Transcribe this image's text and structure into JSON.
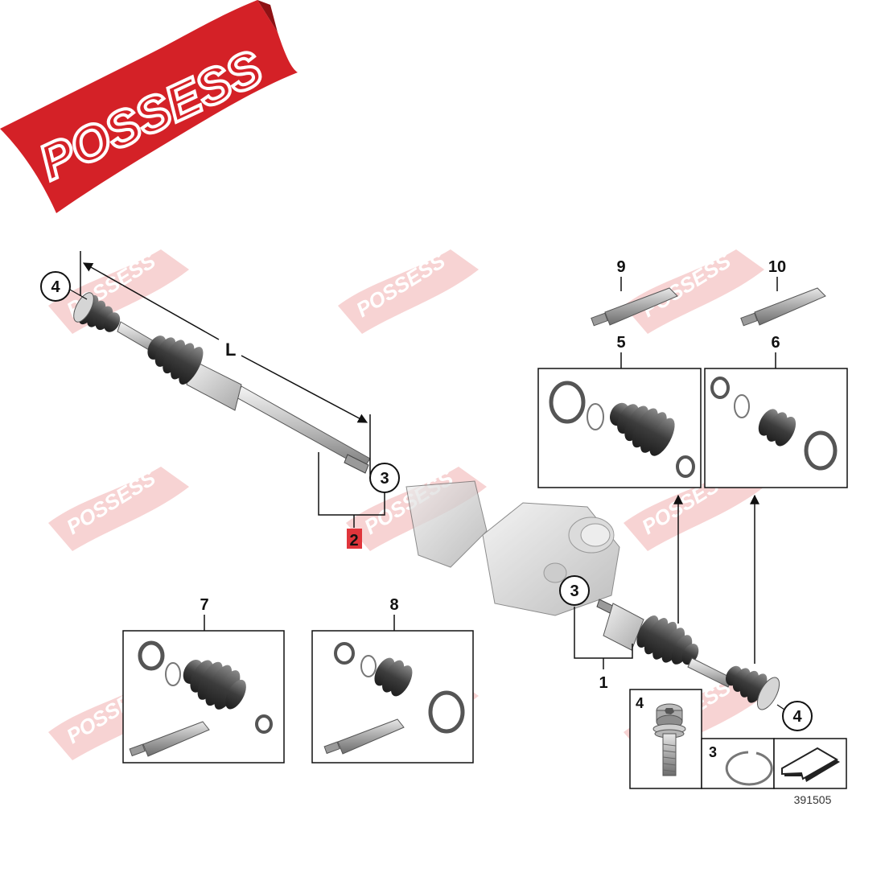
{
  "brand": {
    "logo_text": "POSSESS",
    "banner_color": "#d42127",
    "watermark_color": "#f2b8b8"
  },
  "diagram": {
    "drawing_number": "391505",
    "dimension_label": "L",
    "item_numbers": [
      "1",
      "2",
      "3",
      "4",
      "5",
      "6",
      "7",
      "8",
      "9",
      "10"
    ],
    "highlighted_item": "2",
    "highlight_color": "#e0353b"
  }
}
